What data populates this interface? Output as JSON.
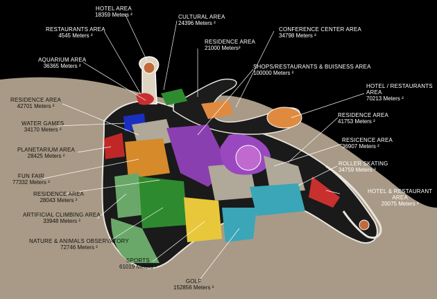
{
  "map": {
    "colors": {
      "sea": "#a89a86",
      "sky": "#000000",
      "purple": "#8a3fb0",
      "orange": "#d68a2a",
      "green": "#2e8a2e",
      "yellow": "#e8c83a",
      "cyan": "#3aa6b8",
      "blue": "#1a2fc0",
      "red": "#c83030",
      "lightgreen": "#6aa86a",
      "grey": "#b0a898"
    },
    "areas": [
      {
        "name": "HOTEL AREA",
        "size": "18359 Meters ²"
      },
      {
        "name": "CULTURAL AREA",
        "size": "24396 Meters ²"
      },
      {
        "name": "RESTAURANTS AREA",
        "size": "4545 Meters ²"
      },
      {
        "name": "CONFERENCE CENTER AREA",
        "size": "34798 Meters ²"
      },
      {
        "name": "RESIDENCE AREA",
        "size": "21000 Meters²"
      },
      {
        "name": "AQUARIUM AREA",
        "size": "36365 Meters ²"
      },
      {
        "name": "SHOPS/RESTAURANTS & BUISNESS AREA",
        "size": "100000 Meters ²"
      },
      {
        "name": "HOTEL / RESTAURANTS",
        "name2": "AREA",
        "size": "70213 Meters ²"
      },
      {
        "name": "RESIDENCE AREA",
        "size": "42701 Meters ²"
      },
      {
        "name": "RESIDENCE AREA",
        "size": "41753 Meters ²"
      },
      {
        "name": "WATER GAMES",
        "size": "34170 Meters ²"
      },
      {
        "name": "RESICENCE AREA",
        "size": "36907 Meters ²"
      },
      {
        "name": "PLANETARIUM AREA",
        "size": "28425 Meters ²"
      },
      {
        "name": "ROLLER SKATING",
        "size": "34759 Meters ²"
      },
      {
        "name": "FUN FAIR",
        "size": "77332 Meters ²"
      },
      {
        "name": "HOTEL & RESTAURANT",
        "name2": "AREA",
        "size": "20075 Meters ²"
      },
      {
        "name": "RESIDENCE AREA",
        "size": "28043 Meters ²"
      },
      {
        "name": "ARTIFICIAL CLIMBING AREA",
        "size": "33948 Meters ²"
      },
      {
        "name": "NATURE & ANIMALS OBSERVATORY",
        "size": "72746 Meters ²"
      },
      {
        "name": "SPORTS",
        "size": "61019 Meters ²"
      },
      {
        "name": "GOLF",
        "size": "152856 Meters ²"
      }
    ]
  }
}
